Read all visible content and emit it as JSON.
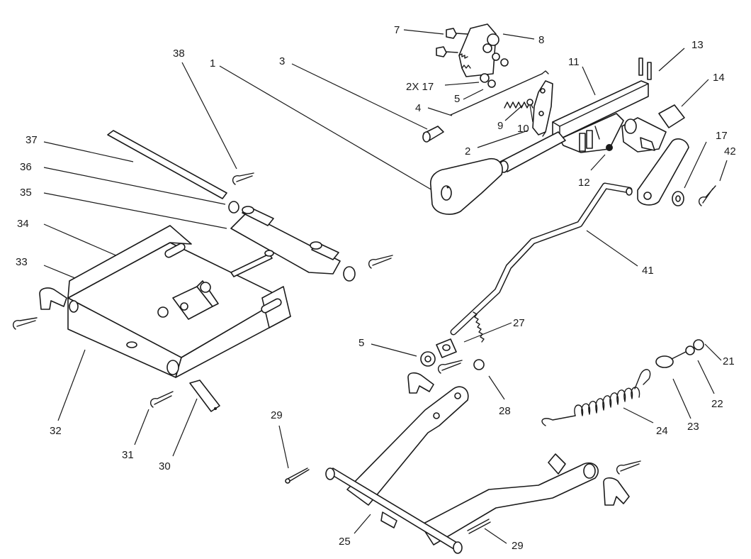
{
  "callouts": {
    "c1": "1",
    "c2": "2",
    "c3": "3",
    "c4": "4",
    "c5a": "5",
    "c5b": "5",
    "c7": "7",
    "c8": "8",
    "c9": "9",
    "c10": "10",
    "c11": "11",
    "c12": "12",
    "c13": "13",
    "c14": "14",
    "c17a": "2X 17",
    "c17b": "17",
    "c21": "21",
    "c22": "22",
    "c23": "23",
    "c24": "24",
    "c25": "25",
    "c27": "27",
    "c28": "28",
    "c29a": "29",
    "c29b": "29",
    "c30": "30",
    "c31": "31",
    "c32": "32",
    "c33": "33",
    "c34": "34",
    "c35": "35",
    "c36": "36",
    "c37": "37",
    "c38": "38",
    "c41": "41",
    "c42": "42"
  }
}
